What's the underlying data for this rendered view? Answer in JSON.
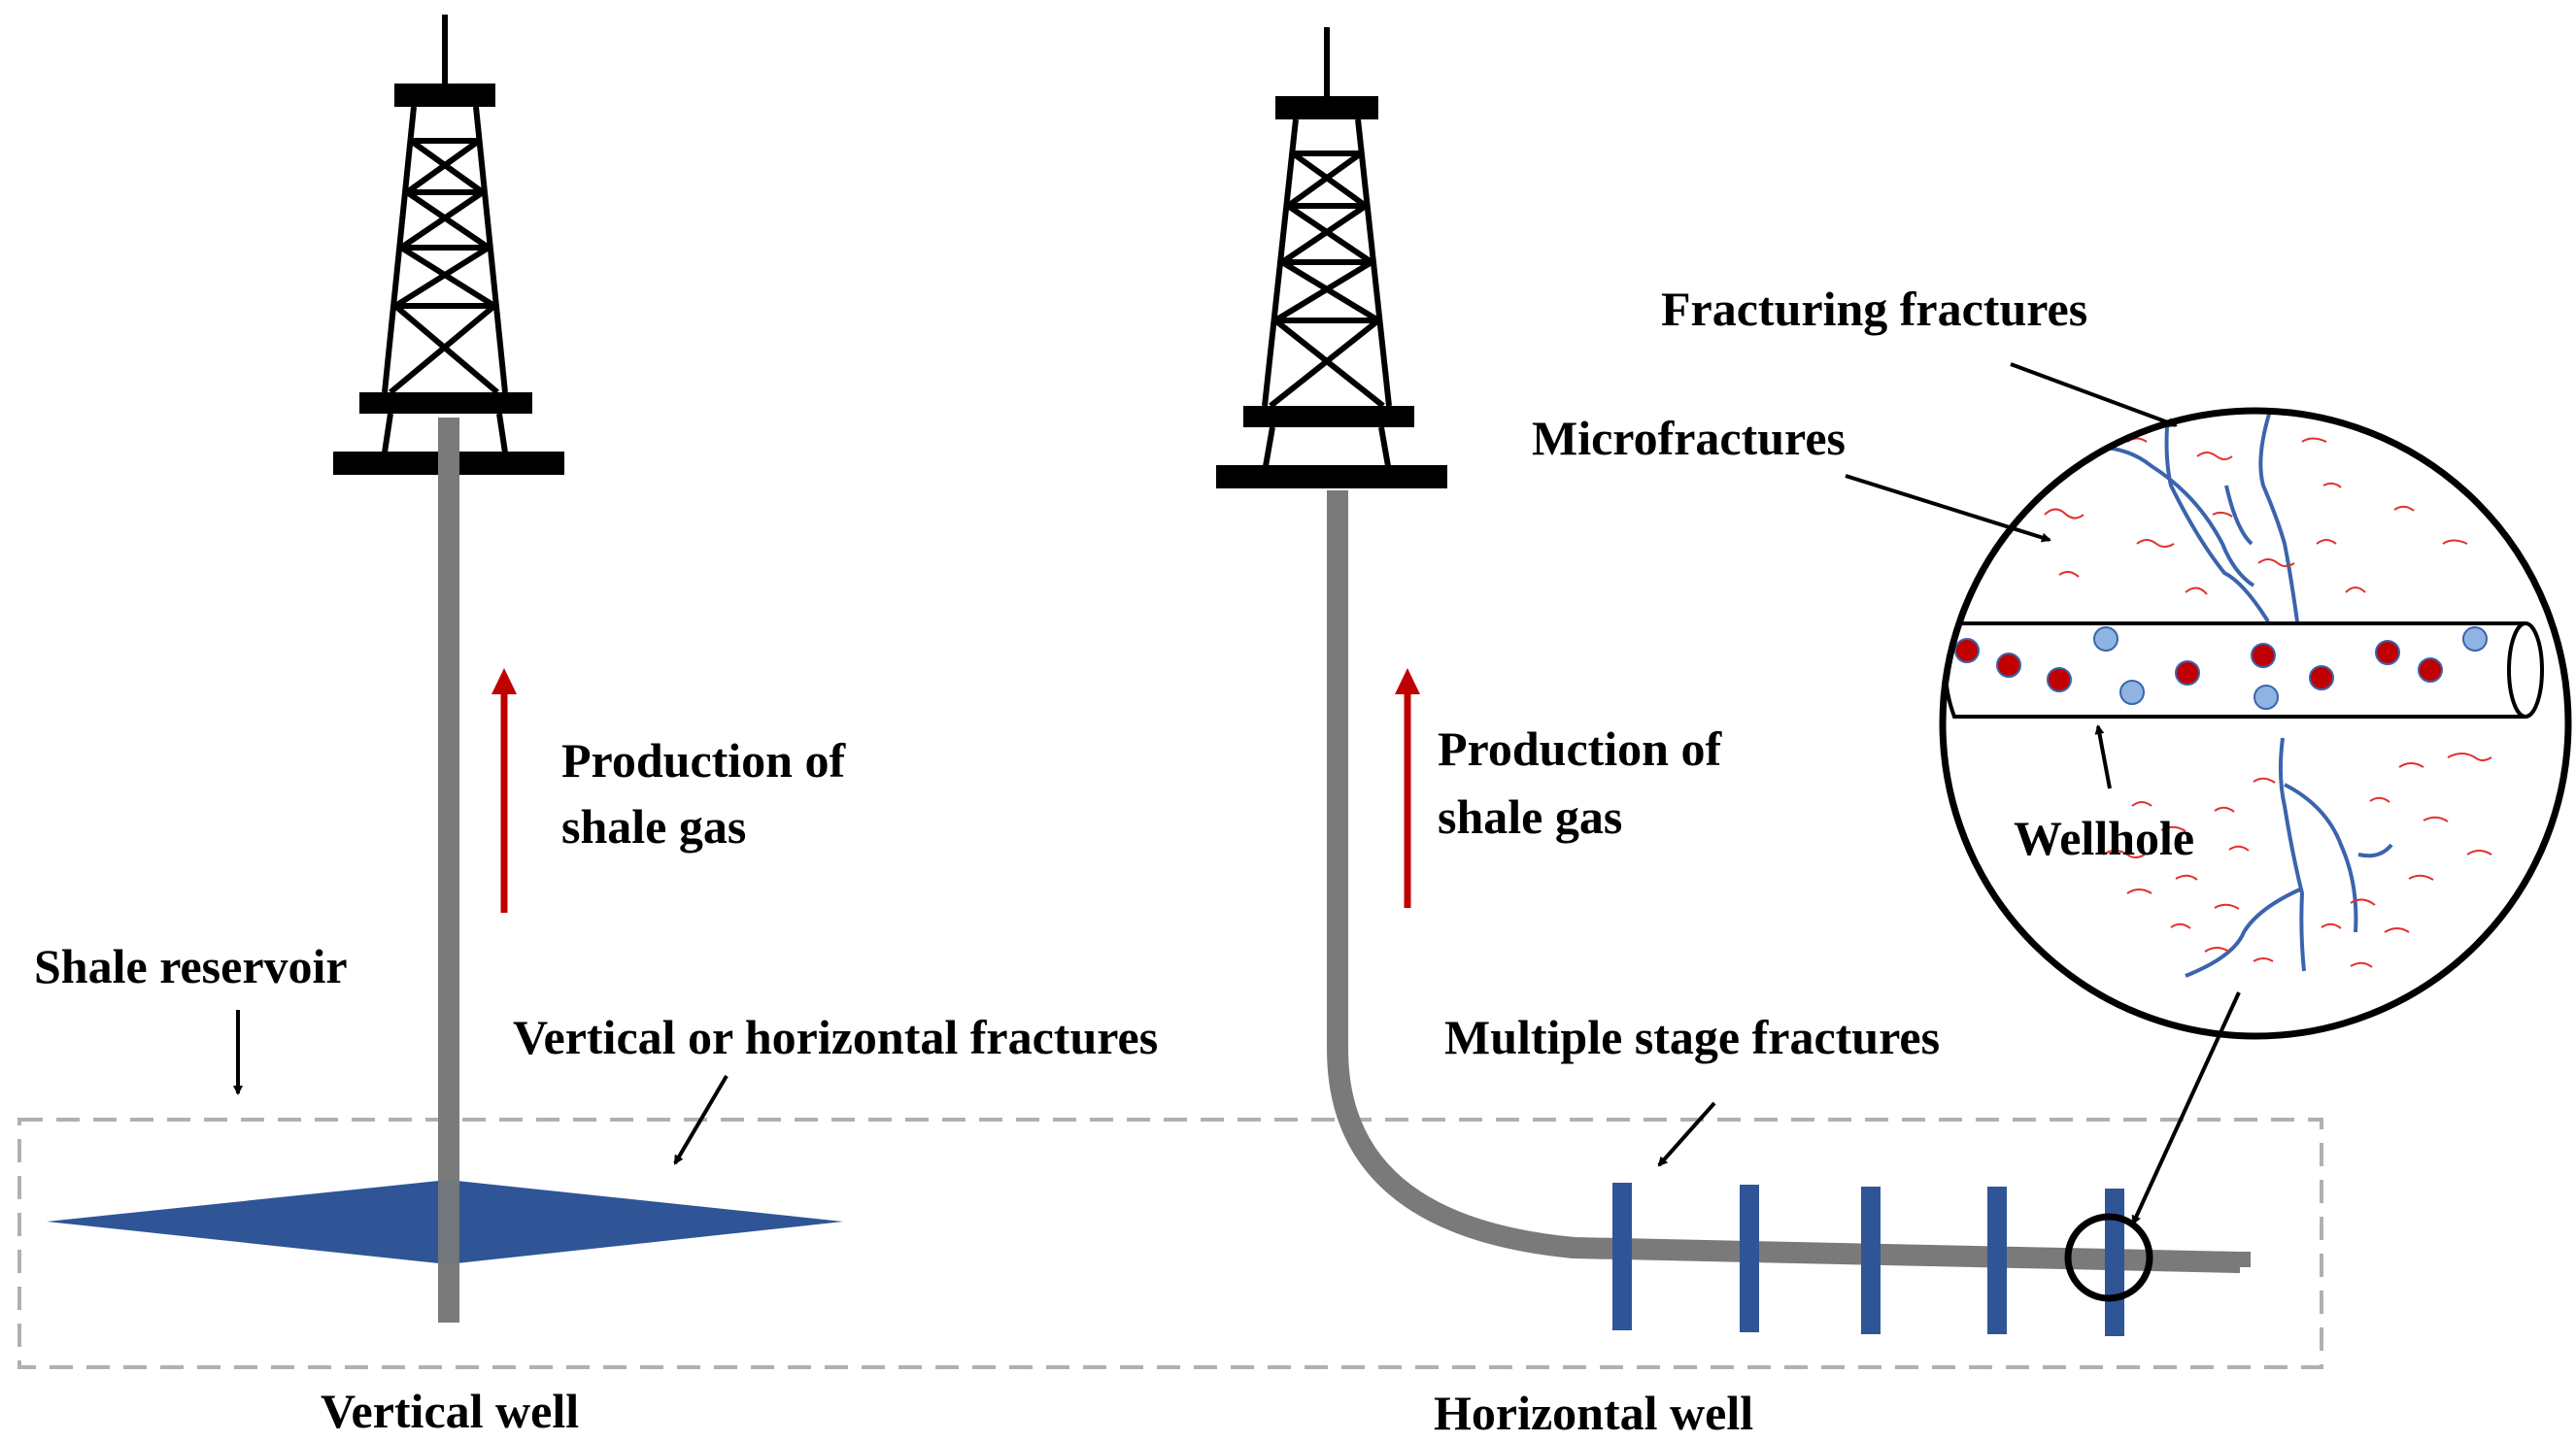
{
  "labels": {
    "fracturing_fractures": "Fracturing fractures",
    "microfractures": "Microfractures",
    "wellhole": "Wellhole",
    "production_left_line1": "Production of",
    "production_left_line2": "shale gas",
    "production_right_line1": "Production of",
    "production_right_line2": "shale gas",
    "shale_reservoir": "Shale reservoir",
    "vertical_or_horizontal_fractures": "Vertical or horizontal fractures",
    "multiple_stage_fractures": "Multiple stage fractures",
    "vertical_well": "Vertical well",
    "horizontal_well": "Horizontal well"
  },
  "colors": {
    "pipe": "#7a7a7a",
    "fracture_blue": "#2f5597",
    "fracture_line_blue": "#3b64ad",
    "arrow_red": "#c00000",
    "microfracture_red": "#e03030",
    "particle_red": "#c00000",
    "particle_blue": "#8fb4e3",
    "reservoir_border": "#b0b0b0",
    "text": "#000000"
  }
}
